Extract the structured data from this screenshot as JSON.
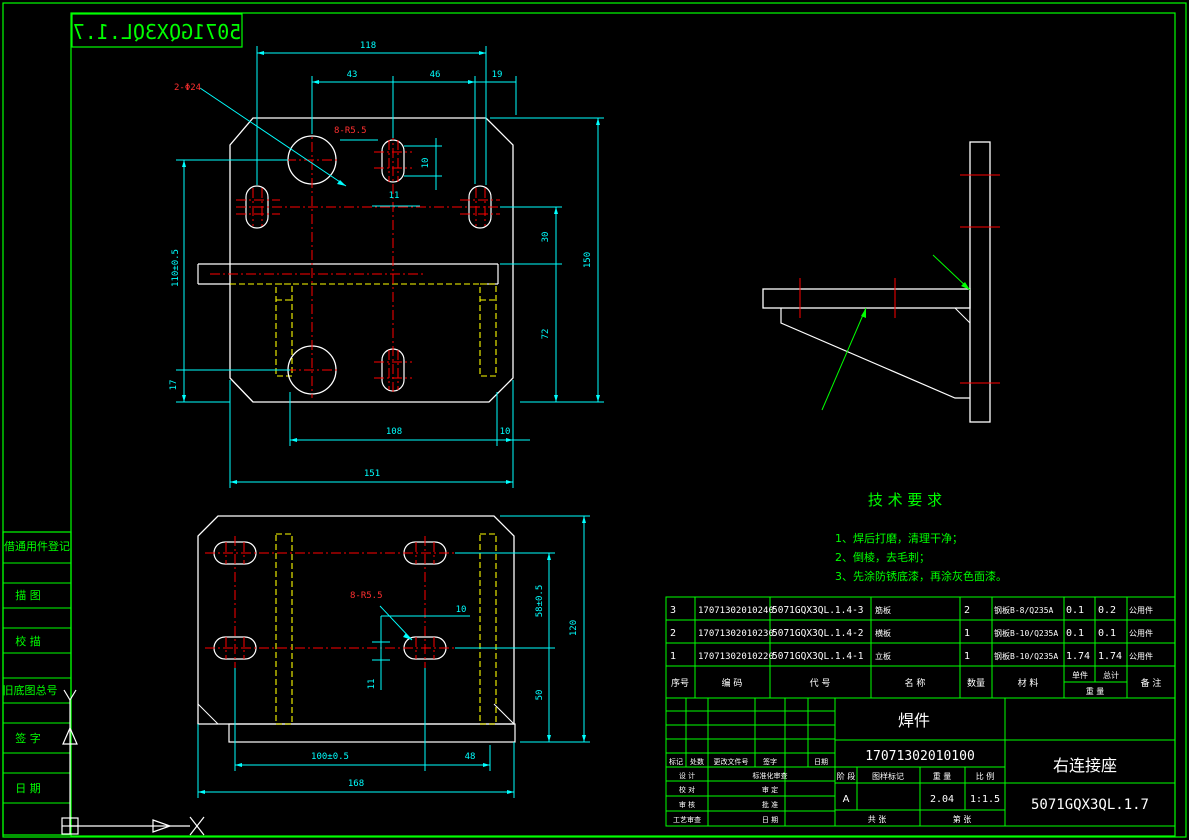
{
  "colors": {
    "background": "#000000",
    "frame": "#00ff00",
    "outline": "#ffffff",
    "dimension": "#00ffff",
    "centerline": "#ff0000",
    "hidden": "#ffff00",
    "leader": "#00ff00"
  },
  "drawing_number_mirrored": "5071GQX3QL.1.7",
  "side_panel": [
    "借通用件登记",
    "描 图",
    "校 描",
    "旧底图总号",
    "签 字",
    "日 期"
  ],
  "top_view": {
    "dims": {
      "d118": "118",
      "d43": "43",
      "d46": "46",
      "d19": "19",
      "d10a": "10",
      "d11": "11",
      "d30": "30",
      "d150": "150",
      "d72": "72",
      "d110": "110±0.5",
      "d17": "17",
      "d108": "108",
      "d10b": "10",
      "d151": "151"
    },
    "notes": {
      "hole_large": "2-Φ24",
      "slot": "8-R5.5"
    }
  },
  "bottom_view": {
    "dims": {
      "d58": "58±0.5",
      "d120": "120",
      "d50": "50",
      "d10": "10",
      "d11": "11",
      "d100": "100±0.5",
      "d48": "48",
      "d168": "168"
    },
    "notes": {
      "slot": "8-R5.5"
    }
  },
  "tech_requirements": {
    "title": "技 术 要 求",
    "items": [
      "1、焊后打磨，清理干净；",
      "2、倒棱，去毛刺；",
      "3、先涂防锈底漆，再涂灰色面漆。"
    ]
  },
  "bom": {
    "rows": [
      [
        "3",
        "17071302010240",
        "5071GQX3QL.1.4-3",
        "筋板",
        "2",
        "钢板B-8/Q235A",
        "0.1",
        "0.2",
        "公用件"
      ],
      [
        "2",
        "17071302010230",
        "5071GQX3QL.1.4-2",
        "横板",
        "1",
        "钢板B-10/Q235A",
        "0.1",
        "0.1",
        "公用件"
      ],
      [
        "1",
        "17071302010220",
        "5071GQX3QL.1.4-1",
        "立板",
        "1",
        "钢板B-10/Q235A",
        "1.74",
        "1.74",
        "公用件"
      ]
    ],
    "headers": {
      "seq": "序号",
      "code": "编 码",
      "ref": "代 号",
      "name": "名 称",
      "qty": "数量",
      "material": "材 料",
      "unit": "单件",
      "total": "总计",
      "weight": "重 量",
      "remark": "备 注"
    }
  },
  "title_block": {
    "weldment": "焊件",
    "part_code": "17071302010100",
    "part_name": "右连接座",
    "drawing_number": "5071GQX3QL.1.7",
    "stage_label": "阶 段",
    "stage_mark_label": "图样标记",
    "weight_label": "重 量",
    "scale_label": "比 例",
    "stage_value": "A",
    "weight_value": "2.04",
    "scale_value": "1:1.5",
    "sheets_label": "共 张",
    "sheet_label": "第 张",
    "rev_row": [
      "标记",
      "处数",
      "更改文件号",
      "签字",
      "日期"
    ],
    "roles": [
      [
        "设 计",
        "标准化审查"
      ],
      [
        "校 对",
        "审 定"
      ],
      [
        "审 核",
        "批 准"
      ],
      [
        "工艺审查",
        "日 期"
      ]
    ]
  }
}
